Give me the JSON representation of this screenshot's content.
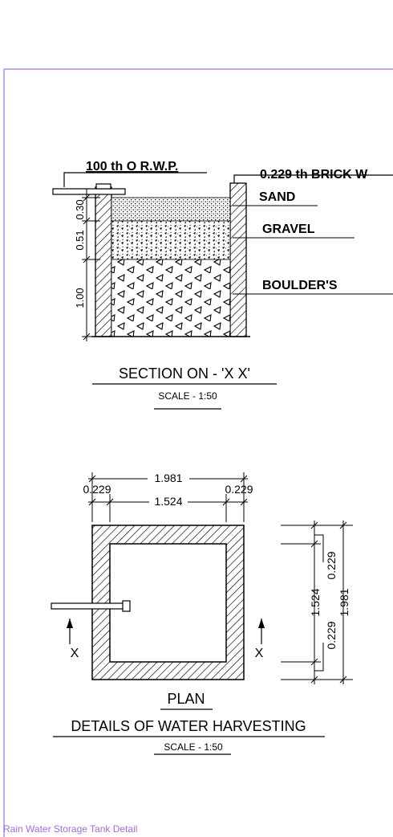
{
  "frame_color": "#b48ee6",
  "caption_color": "#a070d8",
  "section": {
    "rwp_label": "100 th O R.W.P.",
    "wall_label": "0.229 th BRICK W",
    "sand_label": "SAND",
    "gravel_label": "GRAVEL",
    "boulder_label": "BOULDER'S",
    "dim_sand": "0.30",
    "dim_gravel": "0.51",
    "dim_boulder": "1.00",
    "title": "SECTION ON - 'X X'",
    "scale": "SCALE - 1:50"
  },
  "plan": {
    "dim_outer": "1.981",
    "dim_inner": "1.524",
    "dim_wall_left": "0.229",
    "dim_wall_right": "0.229",
    "side_inner": "1.524",
    "side_wall_top": "0.229",
    "side_wall_bottom": "0.229",
    "side_outer": "1.981",
    "mark_left": "X",
    "mark_right": "X",
    "title": "PLAN",
    "details_title": "DETAILS OF WATER HARVESTING",
    "scale": "SCALE - 1:50"
  },
  "caption": "Rain Water Storage Tank Detail"
}
